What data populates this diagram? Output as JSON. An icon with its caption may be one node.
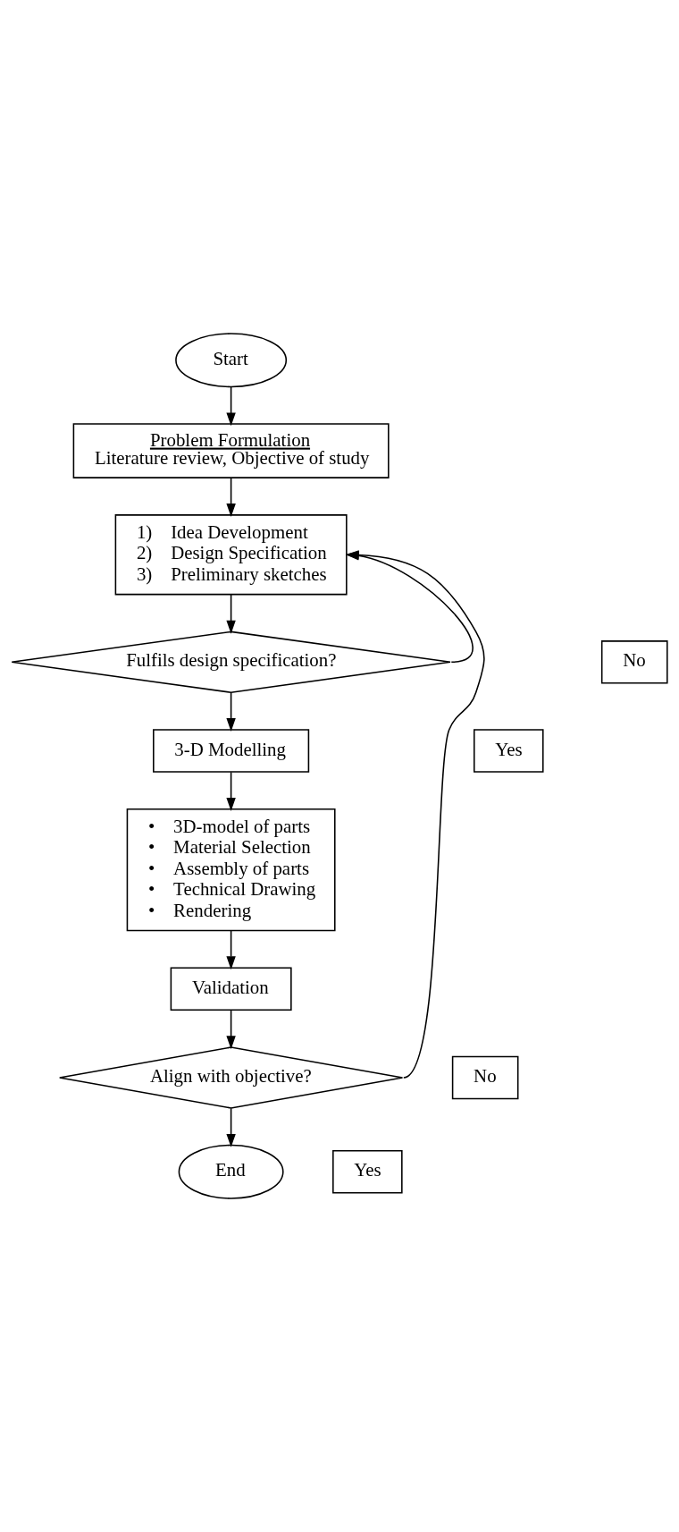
{
  "diagram": {
    "nodes": [
      {
        "text": [
          "Start"
        ]
      },
      {
        "text": [
          "Problem Formulation",
          "Literature review, Objective of study"
        ]
      },
      {
        "text": [
          "1)    Idea Development",
          "2)    Design Specification",
          "3)    Preliminary sketches"
        ]
      },
      {
        "text": [
          "Fulfils design specification?"
        ]
      },
      {
        "text": [
          "No"
        ]
      },
      {
        "text": [
          "Yes"
        ]
      },
      {
        "text": [
          "3-D Modelling"
        ]
      },
      {
        "text": [
          "•    3D-model of parts",
          "•    Material Selection",
          "•    Assembly of parts",
          "•    Technical Drawing",
          "•    Rendering"
        ]
      },
      {
        "text": [
          "Validation"
        ]
      },
      {
        "text": [
          "Align with objective?"
        ]
      },
      {
        "text": [
          "No"
        ]
      },
      {
        "text": [
          "Yes"
        ]
      },
      {
        "text": [
          "End"
        ]
      }
    ],
    "edges": [
      {
        "from": 0,
        "to": 1,
        "arrow": "to"
      },
      {
        "from": 1,
        "to": 2,
        "arrow": "to"
      },
      {
        "from": 2,
        "to": 3,
        "arrow": "to"
      },
      {
        "from": 3,
        "to": 2,
        "arrow": "to"
      },
      {
        "from": 3,
        "to": 6,
        "arrow": "to"
      },
      {
        "from": 6,
        "to": 7,
        "arrow": "to"
      },
      {
        "from": 7,
        "to": 8,
        "arrow": "to"
      },
      {
        "from": 8,
        "to": 9,
        "arrow": "to"
      },
      {
        "from": 9,
        "to": 2,
        "arrow": "to"
      },
      {
        "from": 9,
        "to": 12,
        "arrow": "to"
      }
    ]
  }
}
